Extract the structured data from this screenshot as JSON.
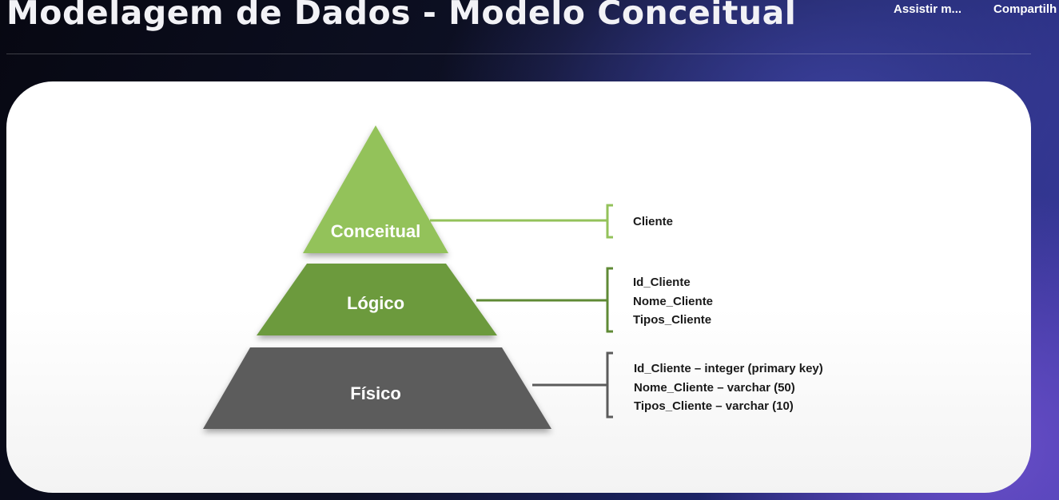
{
  "video": {
    "title": "Modelagem de Dados - Modelo Conceitual",
    "watch_later_label": "Assistir m...",
    "share_label": "Compartilh"
  },
  "colors": {
    "conceitual": "#93c25a",
    "logico": "#6c9a3d",
    "fisico": "#5b5b5b"
  },
  "slide": {
    "levels": [
      {
        "name": "Conceitual",
        "details": [
          "Cliente"
        ]
      },
      {
        "name": "Lógico",
        "details": [
          "Id_Cliente",
          "Nome_Cliente",
          "Tipos_Cliente"
        ]
      },
      {
        "name": "Físico",
        "details": [
          "Id_Cliente – integer (primary key)",
          "Nome_Cliente – varchar (50)",
          "Tipos_Cliente – varchar (10)"
        ]
      }
    ]
  }
}
